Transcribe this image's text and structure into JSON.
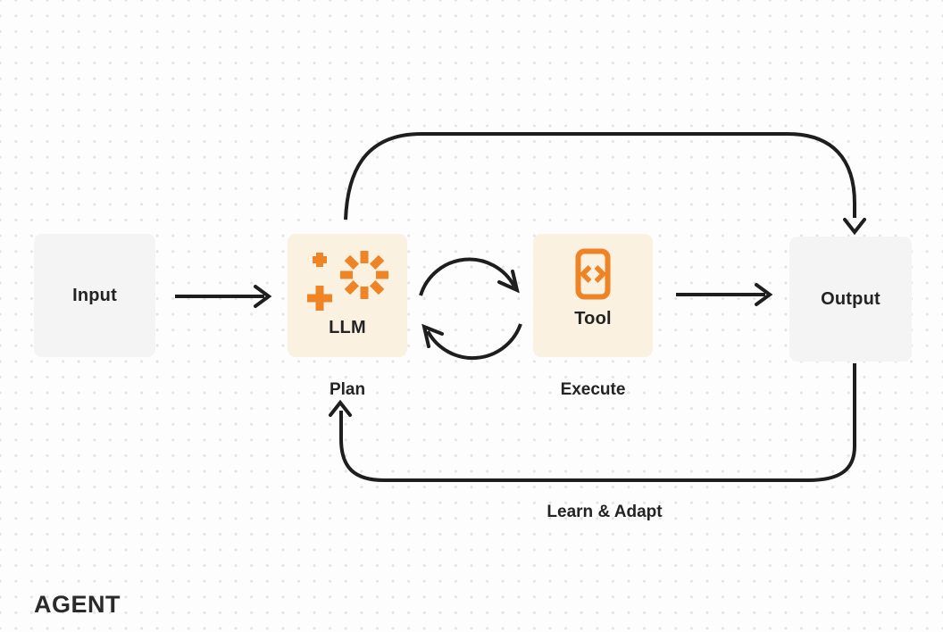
{
  "diagram": {
    "title": "AGENT",
    "nodes": {
      "input": {
        "label": "Input"
      },
      "llm": {
        "label": "LLM",
        "icon": "sparkle-icon",
        "caption": "Plan"
      },
      "tool": {
        "label": "Tool",
        "icon": "code-document-icon",
        "caption": "Execute"
      },
      "output": {
        "label": "Output"
      }
    },
    "edges": {
      "input_to_llm": {
        "type": "straight-arrow",
        "from": "input",
        "to": "llm"
      },
      "llm_tool_cycle": {
        "type": "circular-cycle-arrows",
        "between": [
          "llm",
          "tool"
        ]
      },
      "tool_to_output": {
        "type": "straight-arrow",
        "from": "tool",
        "to": "output"
      },
      "llm_to_output_loop": {
        "type": "curved-arrow-over-top",
        "from": "llm",
        "to": "output"
      },
      "output_to_llm_feedback": {
        "type": "curved-arrow-under-bottom",
        "from": "output",
        "to": "llm",
        "label": "Learn & Adapt"
      }
    },
    "colors": {
      "accent_orange": "#ee8426",
      "node_gray": "#f4f4f5",
      "node_cream": "#fbf1e0",
      "line_ink": "#1e1e1e"
    }
  }
}
